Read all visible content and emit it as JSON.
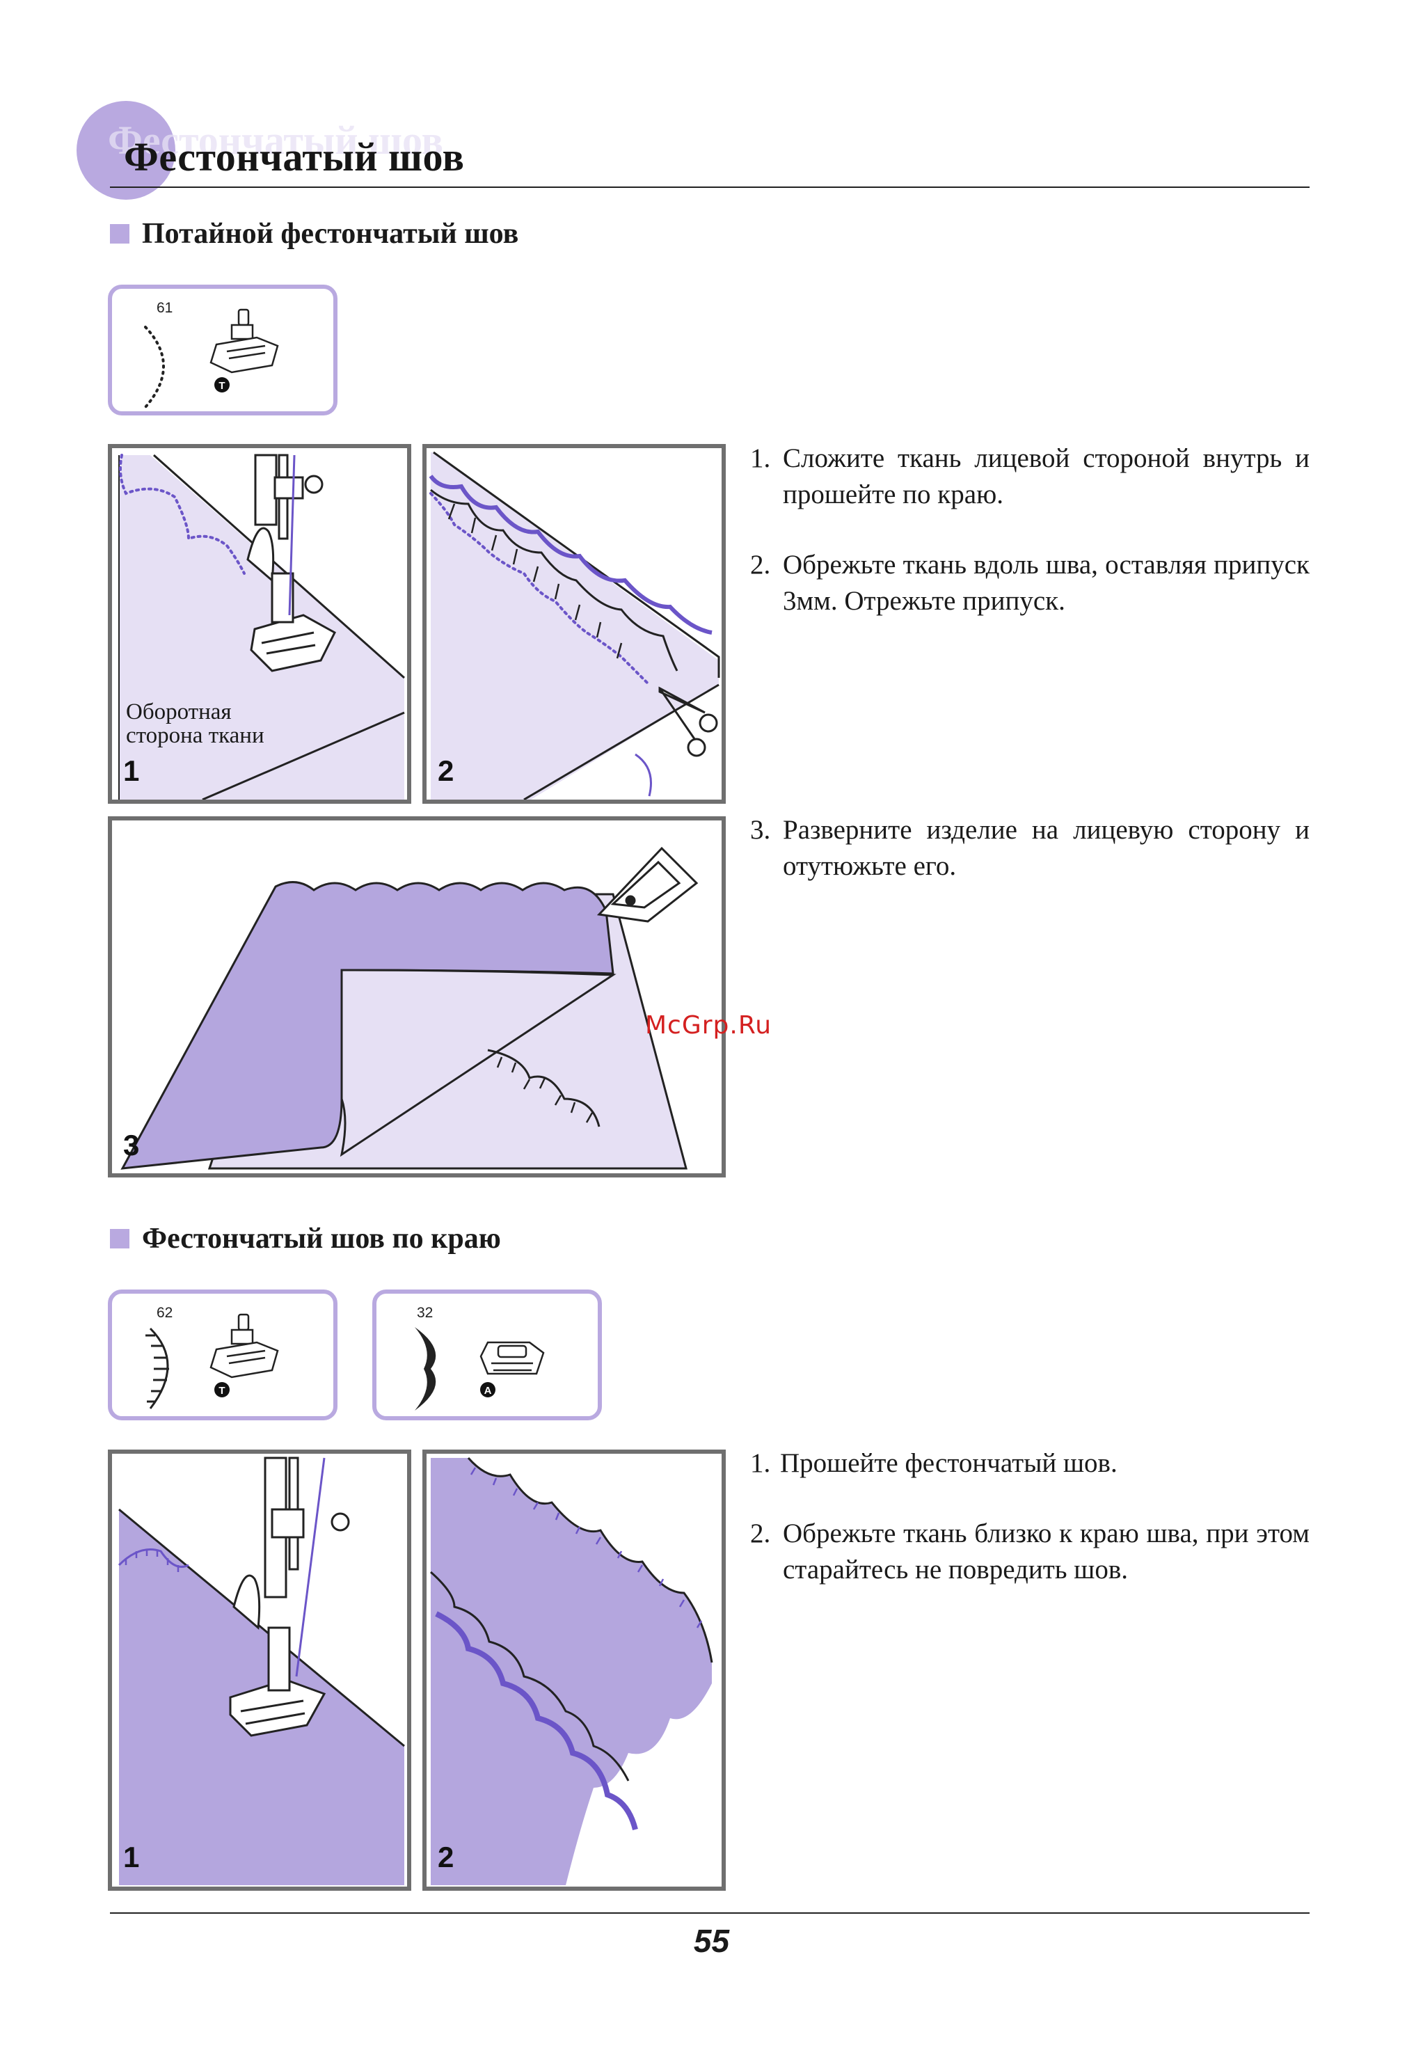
{
  "header": {
    "title": "Фестончатый шов",
    "ghost_title": "Фестончатый шов"
  },
  "section1": {
    "heading": "Потайной фестончатый шов",
    "stitch": {
      "number": "61",
      "foot": "T"
    },
    "panels": [
      {
        "number": "1",
        "caption_line1": "Оборотная",
        "caption_line2": "сторона ткани"
      },
      {
        "number": "2"
      },
      {
        "number": "3"
      }
    ],
    "steps": [
      {
        "n": "1.",
        "text": "Сложите ткань лицевой стороной внутрь и прошейте по краю."
      },
      {
        "n": "2.",
        "text": "Обрежьте ткань вдоль шва, оставляя припуск 3мм. Отрежьте припуск."
      },
      {
        "n": "3.",
        "text": "Разверните изделие на лицевую сторону и отутюжьте его."
      }
    ]
  },
  "section2": {
    "heading": "Фестончатый шов по краю",
    "stitches": [
      {
        "number": "62",
        "foot": "T"
      },
      {
        "number": "32",
        "foot": "A"
      }
    ],
    "panels": [
      {
        "number": "1"
      },
      {
        "number": "2"
      }
    ],
    "steps": [
      {
        "n": "1.",
        "text": "Прошейте фестончатый шов."
      },
      {
        "n": "2.",
        "text": "Обрежьте ткань близко к краю шва, при этом старайтесь не повредить шов."
      }
    ]
  },
  "watermark": "McGrp.Ru",
  "page_number": "55",
  "colors": {
    "accent": "#b9a9e0",
    "fabric_dark": "#b4a6de",
    "fabric_light": "#e6e0f4",
    "stitch": "#6b55c8"
  }
}
